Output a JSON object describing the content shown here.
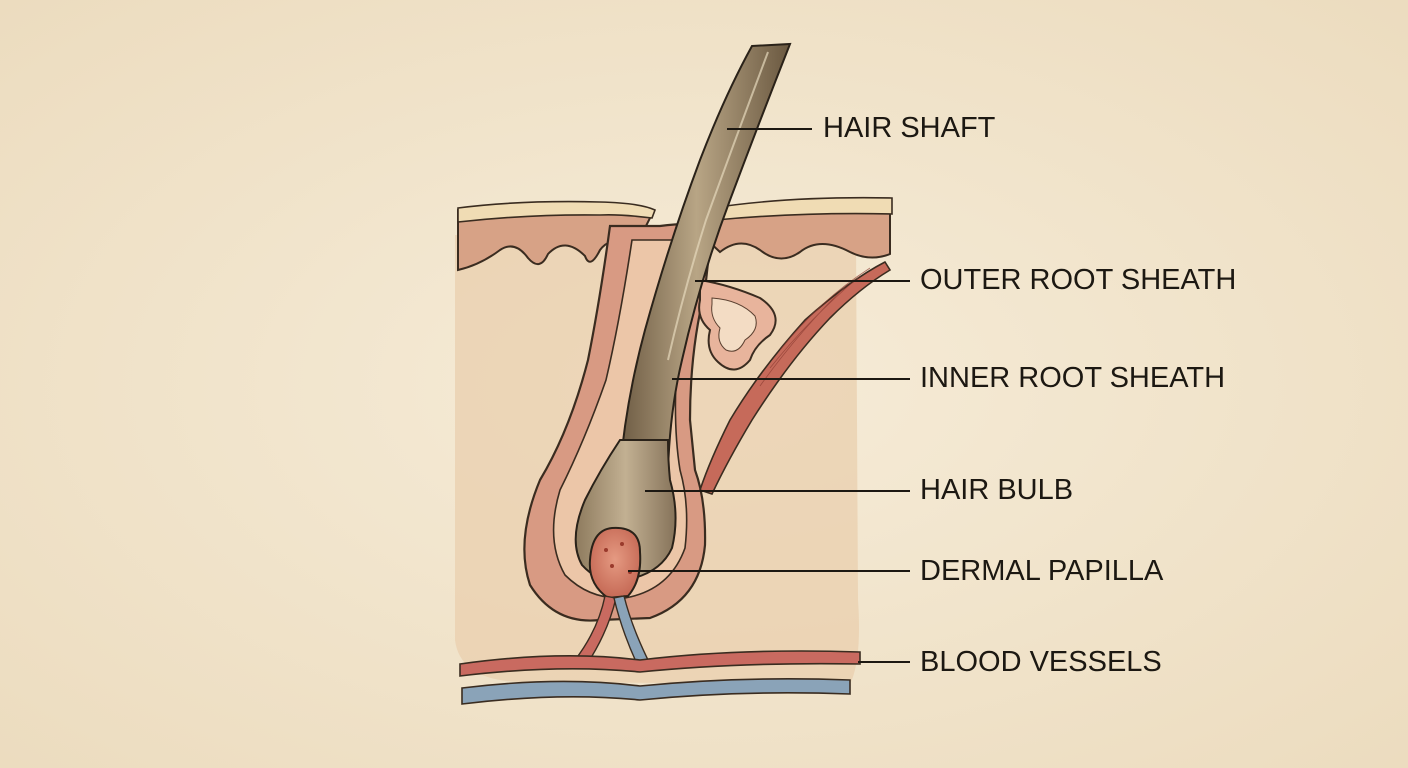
{
  "labels": {
    "hair_shaft": "HAIR SHAFT",
    "outer_root_sheath": "OUTER ROOT SHEATH",
    "inner_root_sheath": "INNER ROOT SHEATH",
    "hair_bulb": "HAIR BULB",
    "dermal_papilla": "DERMAL PAPILLA",
    "blood_vessels": "BLOOD VESSELS"
  },
  "colors": {
    "paper": "#f3e8d2",
    "dermis_wash": "#ead0b0",
    "epidermis": "#d9a58a",
    "hair": "#8a7658",
    "sheath": "#d89c86",
    "artery": "#c96a60",
    "vein": "#8aa3b8",
    "ink": "#2a2219"
  }
}
